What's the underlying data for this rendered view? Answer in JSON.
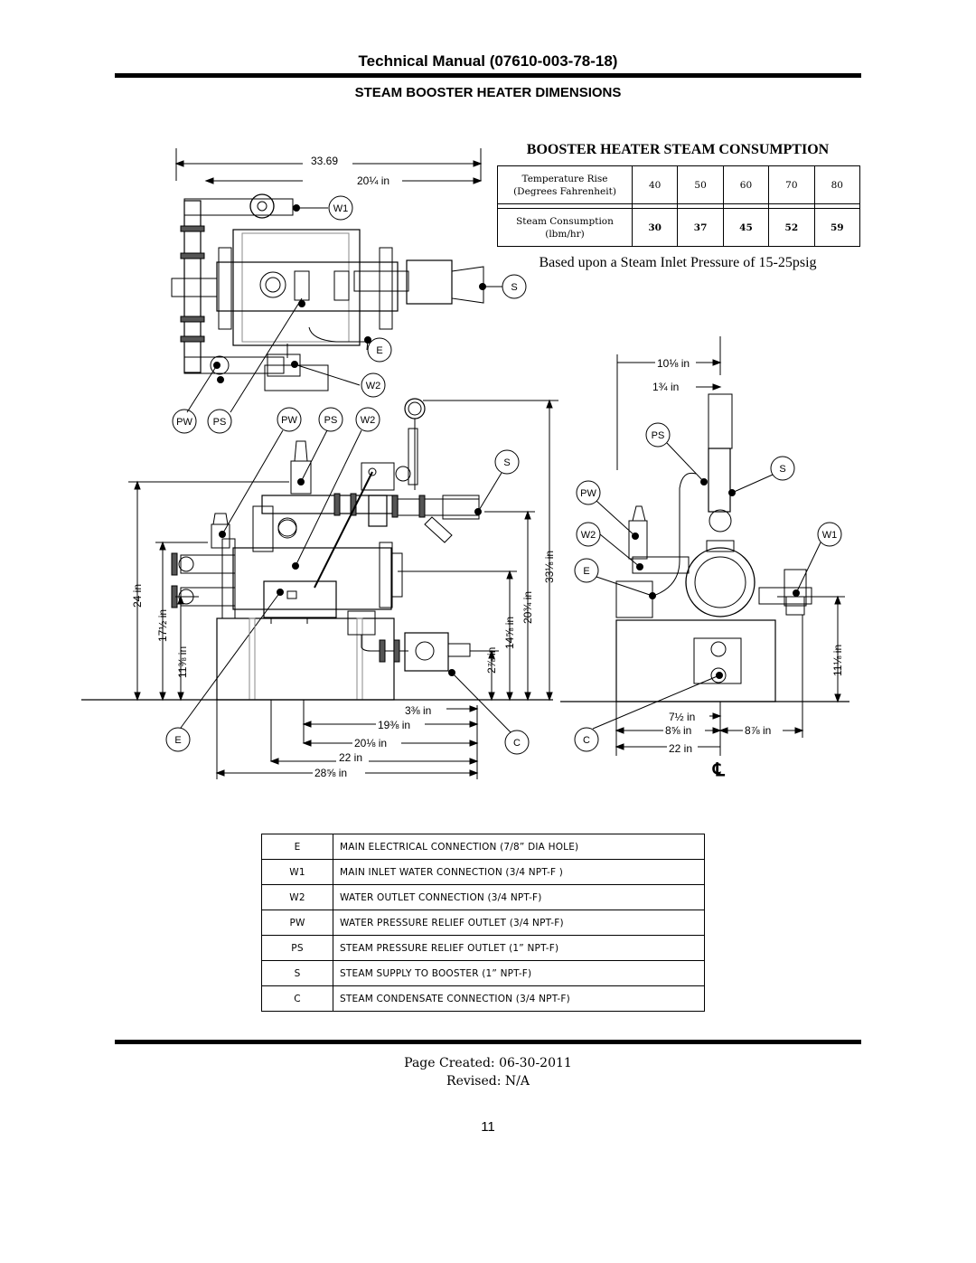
{
  "header": {
    "title": "Technical Manual (07610-003-78-18)",
    "section_title": "STEAM BOOSTER HEATER DIMENSIONS"
  },
  "consumption": {
    "title": "BOOSTER HEATER STEAM CONSUMPTION",
    "row1_label_line1": "Temperature Rise",
    "row1_label_line2": "(Degrees Fahrenheit)",
    "row1_values": [
      "40",
      "50",
      "60",
      "70",
      "80"
    ],
    "row2_label_line1": "Steam Consumption",
    "row2_label_line2": "(lbm/hr)",
    "row2_values": [
      "30",
      "37",
      "45",
      "52",
      "59"
    ],
    "note": "Based upon a Steam Inlet Pressure of 15-25psig"
  },
  "drawing": {
    "top_dim_overall": "33.69",
    "top_dim_inner": "20¼ in",
    "labels": {
      "w1": "W1",
      "s": "S",
      "e": "E",
      "w2": "W2",
      "pw": "PW",
      "ps": "PS",
      "c": "C"
    },
    "front_dims": {
      "h24": "24 in",
      "h17": "17½ in",
      "h11": "11⅜ in",
      "h33": "33⅛ in",
      "h20": "20¾ in",
      "h14": "14⅝ in",
      "h2": "2⅞ in",
      "w3": "3⅜ in",
      "w19": "19⅜ in",
      "w20": "20⅛ in",
      "w22": "22 in",
      "w28": "28⅝ in"
    },
    "side_dims": {
      "d10": "10⅛ in",
      "d1": "1¾ in",
      "h11": "11⅛ in",
      "w7": "7½ in",
      "w8a": "8⅝ in",
      "w8b": "8⅞ in",
      "w22": "22 in",
      "cl": "℄"
    }
  },
  "legend": [
    {
      "code": "E",
      "desc": "MAIN ELECTRICAL CONNECTION  (7/8” DIA HOLE)"
    },
    {
      "code": "W1",
      "desc": "MAIN INLET WATER CONNECTION  (3/4 NPT-F )"
    },
    {
      "code": "W2",
      "desc": "WATER OUTLET CONNECTION (3/4 NPT-F)"
    },
    {
      "code": "PW",
      "desc": "WATER PRESSURE RELIEF OUTLET (3/4 NPT-F)"
    },
    {
      "code": "PS",
      "desc": "STEAM PRESSURE RELIEF OUTLET (1” NPT-F)"
    },
    {
      "code": "S",
      "desc": "STEAM SUPPLY TO BOOSTER (1” NPT-F)"
    },
    {
      "code": "C",
      "desc": "STEAM CONDENSATE CONNECTION (3/4 NPT-F)"
    }
  ],
  "footer": {
    "created": "Page Created: 06-30-2011",
    "revised": "Revised: N/A",
    "page_number": "11"
  }
}
